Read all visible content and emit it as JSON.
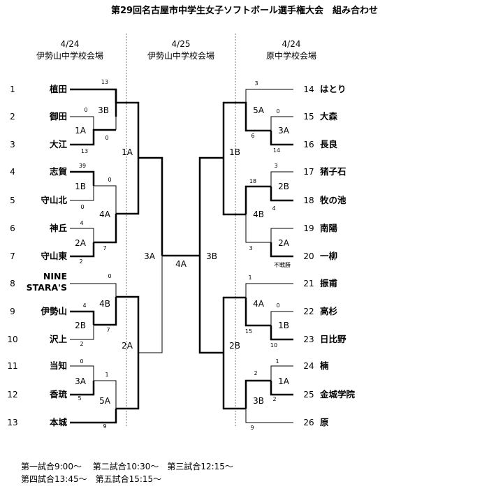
{
  "title": "第29回名古屋市中学生女子ソフトボール選手権大会　組み合わせ",
  "venues": {
    "left": {
      "date": "4/24",
      "place": "伊勢山中学校会場"
    },
    "center": {
      "date": "4/25",
      "place": "伊勢山中学校会場"
    },
    "right": {
      "date": "4/24",
      "place": "原中学校会場"
    }
  },
  "left_teams": [
    {
      "no": "1",
      "name": "植田"
    },
    {
      "no": "2",
      "name": "御田"
    },
    {
      "no": "3",
      "name": "大江"
    },
    {
      "no": "4",
      "name": "志賀"
    },
    {
      "no": "5",
      "name": "守山北"
    },
    {
      "no": "6",
      "name": "神丘"
    },
    {
      "no": "7",
      "name": "守山東"
    },
    {
      "no": "8",
      "name": "NINE STARA'S"
    },
    {
      "no": "9",
      "name": "伊勢山"
    },
    {
      "no": "10",
      "name": "沢上"
    },
    {
      "no": "11",
      "name": "当知"
    },
    {
      "no": "12",
      "name": "香琉"
    },
    {
      "no": "13",
      "name": "本城"
    }
  ],
  "right_teams": [
    {
      "no": "14",
      "name": "はとり"
    },
    {
      "no": "15",
      "name": "大森"
    },
    {
      "no": "16",
      "name": "長良"
    },
    {
      "no": "17",
      "name": "猪子石"
    },
    {
      "no": "18",
      "name": "牧の池"
    },
    {
      "no": "19",
      "name": "南陽"
    },
    {
      "no": "20",
      "name": "一柳"
    },
    {
      "no": "21",
      "name": "振甫"
    },
    {
      "no": "22",
      "name": "高杉"
    },
    {
      "no": "23",
      "name": "日比野"
    },
    {
      "no": "24",
      "name": "楠"
    },
    {
      "no": "25",
      "name": "金城学院"
    },
    {
      "no": "26",
      "name": "原"
    }
  ],
  "match_labels": {
    "L_3B": "3B",
    "L_1A": "1A",
    "L_1B": "1B",
    "L_4A": "4A",
    "L_2A": "2A",
    "L_4B": "4B",
    "L_2B": "2B",
    "L_3A": "3A",
    "L_5A": "5A",
    "L_R1A": "1A",
    "L_R2A": "2A",
    "L_semi": "3A",
    "final": "4A",
    "R_5A": "5A",
    "R_3A": "3A",
    "R_2B": "2B",
    "R_2A": "2A",
    "R_4B": "4B",
    "R_4A": "4A",
    "R_1B": "1B",
    "R_1A": "1A",
    "R_3B": "3B",
    "R_R1B": "1B",
    "R_R2B": "2B",
    "R_semi": "3B"
  },
  "scores": {
    "s1": "13",
    "s2": "0",
    "s3": "13",
    "s4": "0",
    "s5": "39",
    "s6": "0",
    "s7": "0",
    "s8": "4",
    "s9": "2",
    "s10": "7",
    "s11": "0",
    "s12": "4",
    "s13": "2",
    "s14": "7",
    "s15": "0",
    "s16": "5",
    "s17": "1",
    "s18": "9",
    "r1": "3",
    "r2": "0",
    "r3": "6",
    "r4": "14",
    "r5": "3",
    "r6": "18",
    "r7": "4",
    "r8": "3",
    "r9": "1",
    "r10": "0",
    "r11": "15",
    "r12": "10",
    "r13": "1",
    "r14": "2",
    "r15": "2",
    "r16": "9"
  },
  "notes": {
    "forfeit": "不戦勝"
  },
  "schedule": {
    "line1": "第一試合9:00～　 第二試合10:30～　第三試合12:15～",
    "line2": "第四試合13:45～　第五試合15:15～"
  }
}
